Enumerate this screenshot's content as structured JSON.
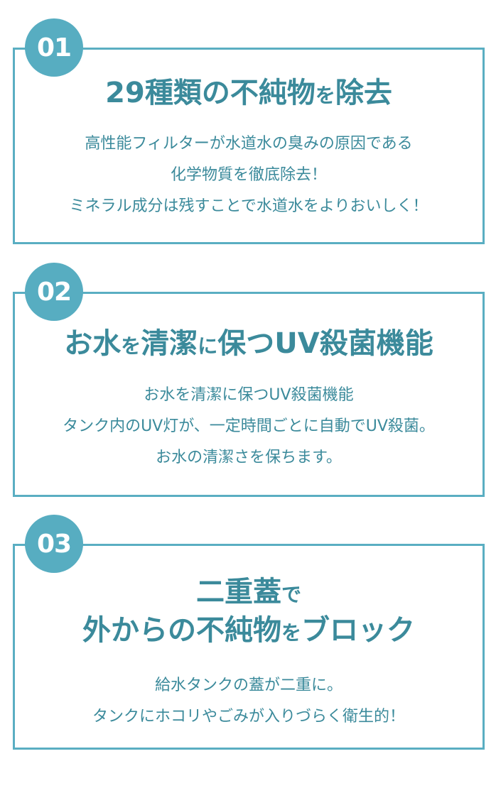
{
  "features": [
    {
      "number": "01",
      "title_lines": [
        [
          {
            "text": "29種類の不純物"
          },
          {
            "text": "を",
            "small": true
          },
          {
            "text": "除去"
          }
        ]
      ],
      "body_lines": [
        "高性能フィルターが水道水の臭みの原因である",
        "化学物質を徹底除去！",
        "ミネラル成分は残すことで水道水をよりおいしく！"
      ]
    },
    {
      "number": "02",
      "title_lines": [
        [
          {
            "text": "お水"
          },
          {
            "text": "を",
            "small": true
          },
          {
            "text": "清潔"
          },
          {
            "text": "に",
            "small": true
          },
          {
            "text": "保つUV殺菌機能"
          }
        ]
      ],
      "body_lines": [
        "お水を清潔に保つUV殺菌機能",
        "タンク内のUV灯が、一定時間ごとに自動でUV殺菌。",
        "お水の清潔さを保ちます。"
      ]
    },
    {
      "number": "03",
      "title_lines": [
        [
          {
            "text": "二重蓋"
          },
          {
            "text": "で",
            "small": true
          }
        ],
        [
          {
            "text": "外からの不純物"
          },
          {
            "text": "を",
            "small": true
          },
          {
            "text": "ブロック"
          }
        ]
      ],
      "body_lines": [
        "給水タンクの蓋が二重に。",
        "タンクにホコリやごみが入りづらく衛生的！"
      ]
    }
  ],
  "colors": {
    "accent": "#57adc1",
    "text": "#3b8a9b",
    "border": "#5aaec2"
  }
}
